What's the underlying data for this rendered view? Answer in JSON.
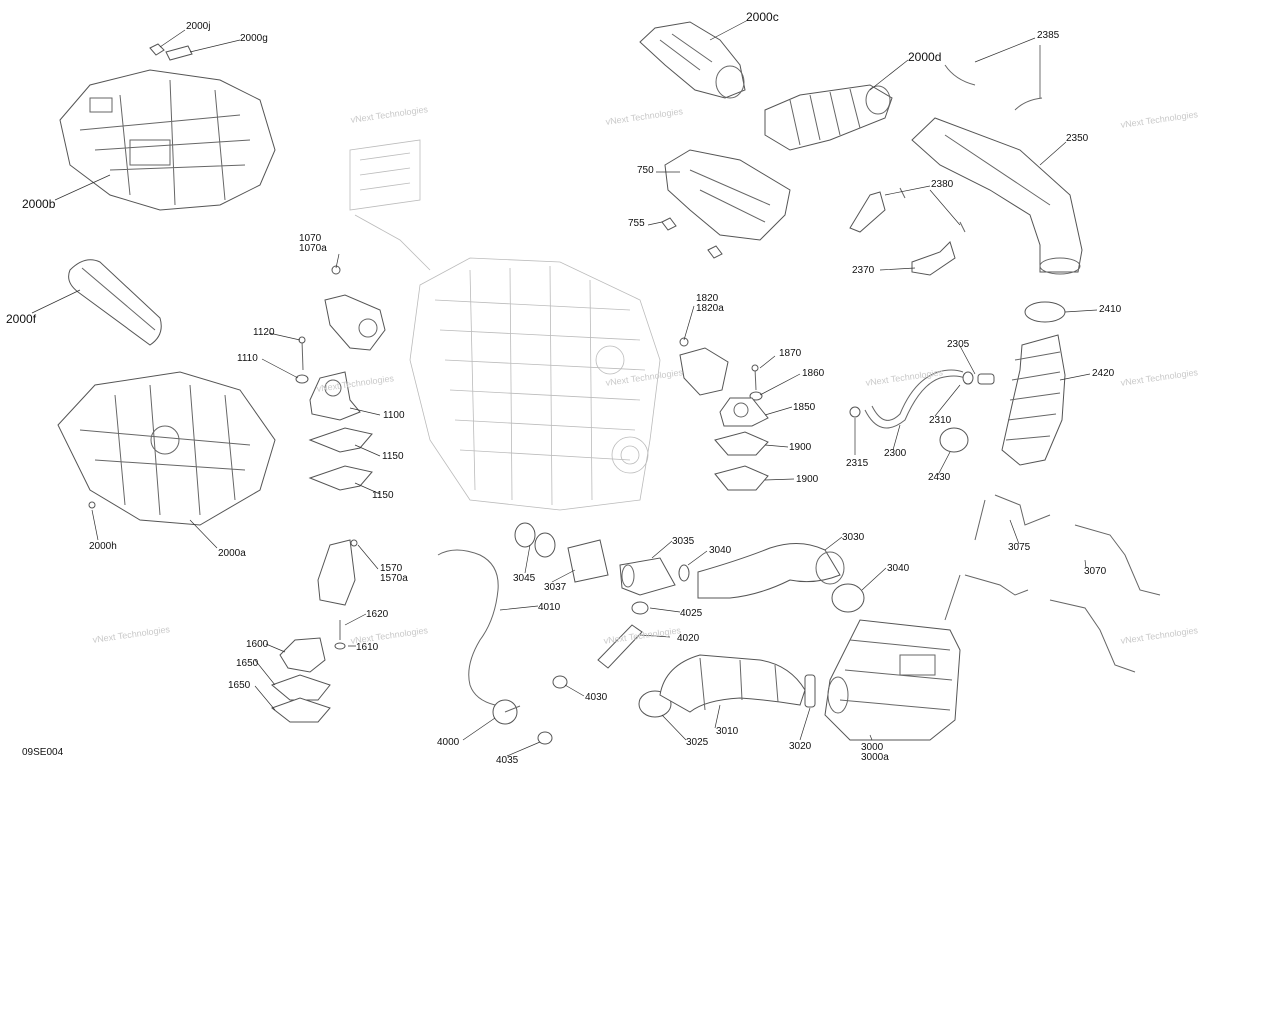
{
  "figure_code": "09SE004",
  "watermark_text": "vNext Technologies",
  "labels": [
    {
      "id": "2000j",
      "text": "2000j"
    },
    {
      "id": "2000g",
      "text": "2000g"
    },
    {
      "id": "2000b",
      "text": "2000b"
    },
    {
      "id": "2000c",
      "text": "2000c"
    },
    {
      "id": "2000d",
      "text": "2000d"
    },
    {
      "id": "2385",
      "text": "2385"
    },
    {
      "id": "2350",
      "text": "2350"
    },
    {
      "id": "750",
      "text": "750"
    },
    {
      "id": "755",
      "text": "755"
    },
    {
      "id": "2380",
      "text": "2380"
    },
    {
      "id": "2370",
      "text": "2370"
    },
    {
      "id": "1070",
      "text": "1070"
    },
    {
      "id": "1070a",
      "text": "1070a"
    },
    {
      "id": "2000f",
      "text": "2000f"
    },
    {
      "id": "1120",
      "text": "1120"
    },
    {
      "id": "1110",
      "text": "1110"
    },
    {
      "id": "1100",
      "text": "1100"
    },
    {
      "id": "1150a",
      "text": "1150"
    },
    {
      "id": "1150b",
      "text": "1150"
    },
    {
      "id": "1820",
      "text": "1820"
    },
    {
      "id": "1820a",
      "text": "1820a"
    },
    {
      "id": "1870",
      "text": "1870"
    },
    {
      "id": "1860",
      "text": "1860"
    },
    {
      "id": "1850",
      "text": "1850"
    },
    {
      "id": "1900a",
      "text": "1900"
    },
    {
      "id": "1900b",
      "text": "1900"
    },
    {
      "id": "2410",
      "text": "2410"
    },
    {
      "id": "2305",
      "text": "2305"
    },
    {
      "id": "2420",
      "text": "2420"
    },
    {
      "id": "2310",
      "text": "2310"
    },
    {
      "id": "2315",
      "text": "2315"
    },
    {
      "id": "2300",
      "text": "2300"
    },
    {
      "id": "2430",
      "text": "2430"
    },
    {
      "id": "2000h",
      "text": "2000h"
    },
    {
      "id": "2000a",
      "text": "2000a"
    },
    {
      "id": "1570",
      "text": "1570"
    },
    {
      "id": "1570a",
      "text": "1570a"
    },
    {
      "id": "3035",
      "text": "3035"
    },
    {
      "id": "3040a",
      "text": "3040"
    },
    {
      "id": "3030",
      "text": "3030"
    },
    {
      "id": "3045",
      "text": "3045"
    },
    {
      "id": "3037",
      "text": "3037"
    },
    {
      "id": "4010",
      "text": "4010"
    },
    {
      "id": "4025",
      "text": "4025"
    },
    {
      "id": "3040b",
      "text": "3040"
    },
    {
      "id": "3075",
      "text": "3075"
    },
    {
      "id": "3070",
      "text": "3070"
    },
    {
      "id": "1620",
      "text": "1620"
    },
    {
      "id": "1610",
      "text": "1610"
    },
    {
      "id": "1600",
      "text": "1600"
    },
    {
      "id": "1650a",
      "text": "1650"
    },
    {
      "id": "1650b",
      "text": "1650"
    },
    {
      "id": "4020",
      "text": "4020"
    },
    {
      "id": "4030",
      "text": "4030"
    },
    {
      "id": "4000",
      "text": "4000"
    },
    {
      "id": "4035",
      "text": "4035"
    },
    {
      "id": "3025",
      "text": "3025"
    },
    {
      "id": "3010",
      "text": "3010"
    },
    {
      "id": "3020",
      "text": "3020"
    },
    {
      "id": "3000",
      "text": "3000"
    },
    {
      "id": "3000a",
      "text": "3000a"
    }
  ]
}
